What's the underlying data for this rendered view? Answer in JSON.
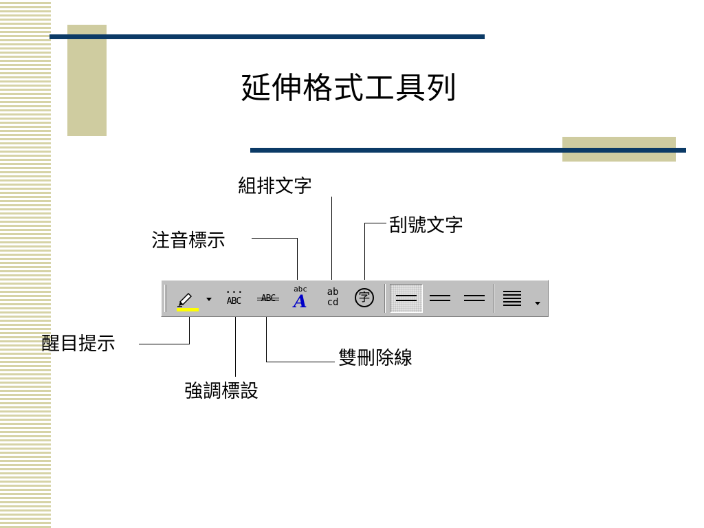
{
  "slide": {
    "title": "延伸格式工具列"
  },
  "callouts": {
    "phonetic_guide": "注音標示",
    "combine_characters": "組排文字",
    "enclose_characters": "刮號文字",
    "highlight": "醒目提示",
    "emphasis_mark": "強調標設",
    "double_strikethrough": "雙刪除線"
  },
  "toolbar_glyphs": {
    "emphasis_dots": "• • •",
    "emphasis_text": "ABC",
    "strike_text": "ABC",
    "phonetic_small": "abc",
    "phonetic_big": "A",
    "combine_top": "ab",
    "combine_bottom": "cd",
    "enclose_char": "字"
  },
  "colors": {
    "rule": "#0b3a66",
    "accent": "#cfcca0",
    "toolbar": "#c0c0c0",
    "highlight_bar": "#ffff00",
    "phonetic_blue": "#0000c8"
  }
}
